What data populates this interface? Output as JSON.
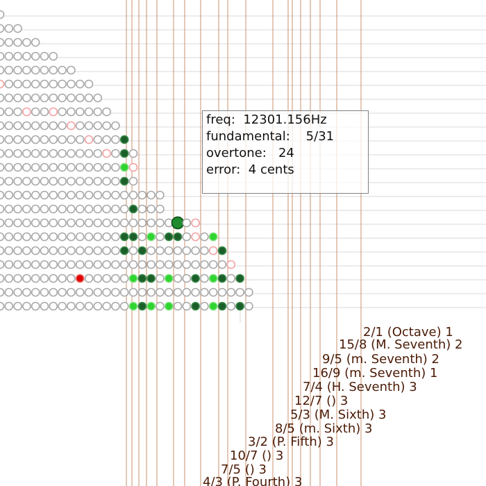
{
  "info": {
    "freq_label": "freq:",
    "freq_value": "12301.156Hz",
    "fundamental_label": "fundamental:",
    "fundamental_value": "5/31",
    "overtone_label": "overtone:",
    "overtone_value": "24",
    "error_label": "error:",
    "error_value": "4 cents"
  },
  "intervals": [
    {
      "label": "2/1 (Octave) 1"
    },
    {
      "label": "15/8 (M. Seventh) 2"
    },
    {
      "label": "9/5 (m. Seventh) 2"
    },
    {
      "label": "16/9 (m. Seventh) 1"
    },
    {
      "label": "7/4 (H. Seventh) 3"
    },
    {
      "label": "12/7 () 3"
    },
    {
      "label": "5/3 (M. Sixth) 3"
    },
    {
      "label": "8/5 (m. Sixth) 3"
    },
    {
      "label": "3/2 (P. Fifth) 3"
    },
    {
      "label": "10/7 () 3"
    },
    {
      "label": "7/5 () 3"
    },
    {
      "label": "4/3 (P. Fourth) 3"
    }
  ],
  "colors": {
    "interval_line": "#c8906e",
    "row_line": "#d8d8d8",
    "circle_stroke": "#a8a8a8",
    "dark_green": "#1b5e2a",
    "bright_green": "#2ed52e",
    "pink": "#f4a0a0",
    "red": "#e00000",
    "label_text": "#4a1a05"
  }
}
